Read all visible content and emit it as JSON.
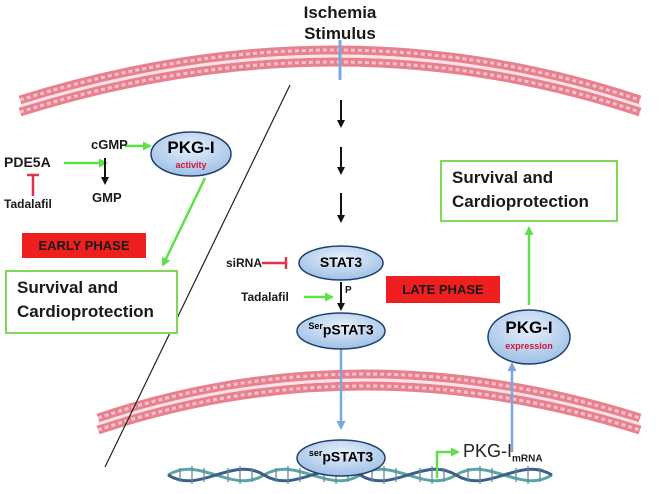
{
  "stimulus": {
    "line1": "Ischemia",
    "line2": "Stimulus"
  },
  "early": {
    "pde5a": "PDE5A",
    "cgmp": "cGMP",
    "gmp": "GMP",
    "tadalafil": "Tadalafil",
    "pkg_label": "PKG-I",
    "pkg_sub": "activity",
    "phase": "EARLY PHASE",
    "outcome_line1": "Survival and",
    "outcome_line2": "Cardioprotection"
  },
  "late": {
    "sirna": "siRNA",
    "stat3": "STAT3",
    "tadalafil": "Tadalafil",
    "p": "P",
    "pstat3_prefix": "Ser",
    "pstat3": "pSTAT3",
    "phase": "LATE PHASE",
    "nuclear_prefix": "ser",
    "nuclear_pstat3": "pSTAT3",
    "mrna_main": "PKG-I",
    "mrna_sub": "mRNA",
    "pkg_label": "PKG-I",
    "pkg_sub": "expression",
    "outcome_line1": "Survival and",
    "outcome_line2": "Cardioprotection"
  },
  "colors": {
    "membrane": "#e8818f",
    "oval_fill": "#b9d3ee",
    "oval_stroke": "#1f3f6e",
    "green_arrow": "#5ee04a",
    "blue_arrow": "#7aa7e0",
    "inhibit": "#e0334a",
    "phase_fill": "#ef1f1f"
  }
}
